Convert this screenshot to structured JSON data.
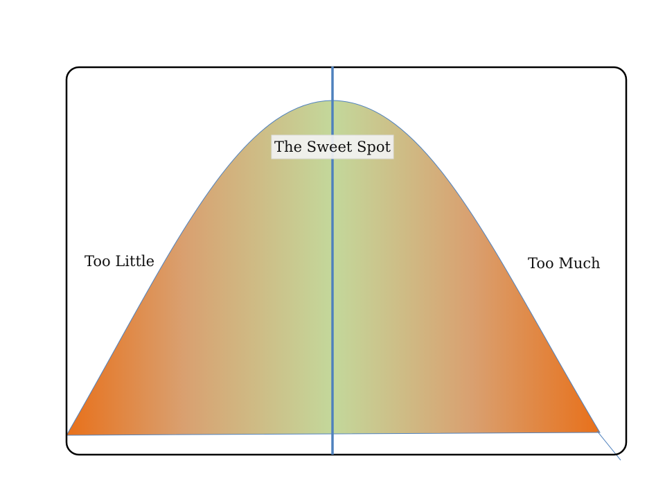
{
  "labels": {
    "left": "Too Little",
    "center": "The Sweet Spot",
    "right": "Too Much"
  },
  "colors": {
    "frame": "#000000",
    "center_line": "#4f81bd",
    "curve_edge": "#4f81bd",
    "gradient_edge": "#e8701a",
    "gradient_mid": "#d9a070",
    "gradient_center": "#c3d89b",
    "label_box": "#f2f2f2"
  }
}
